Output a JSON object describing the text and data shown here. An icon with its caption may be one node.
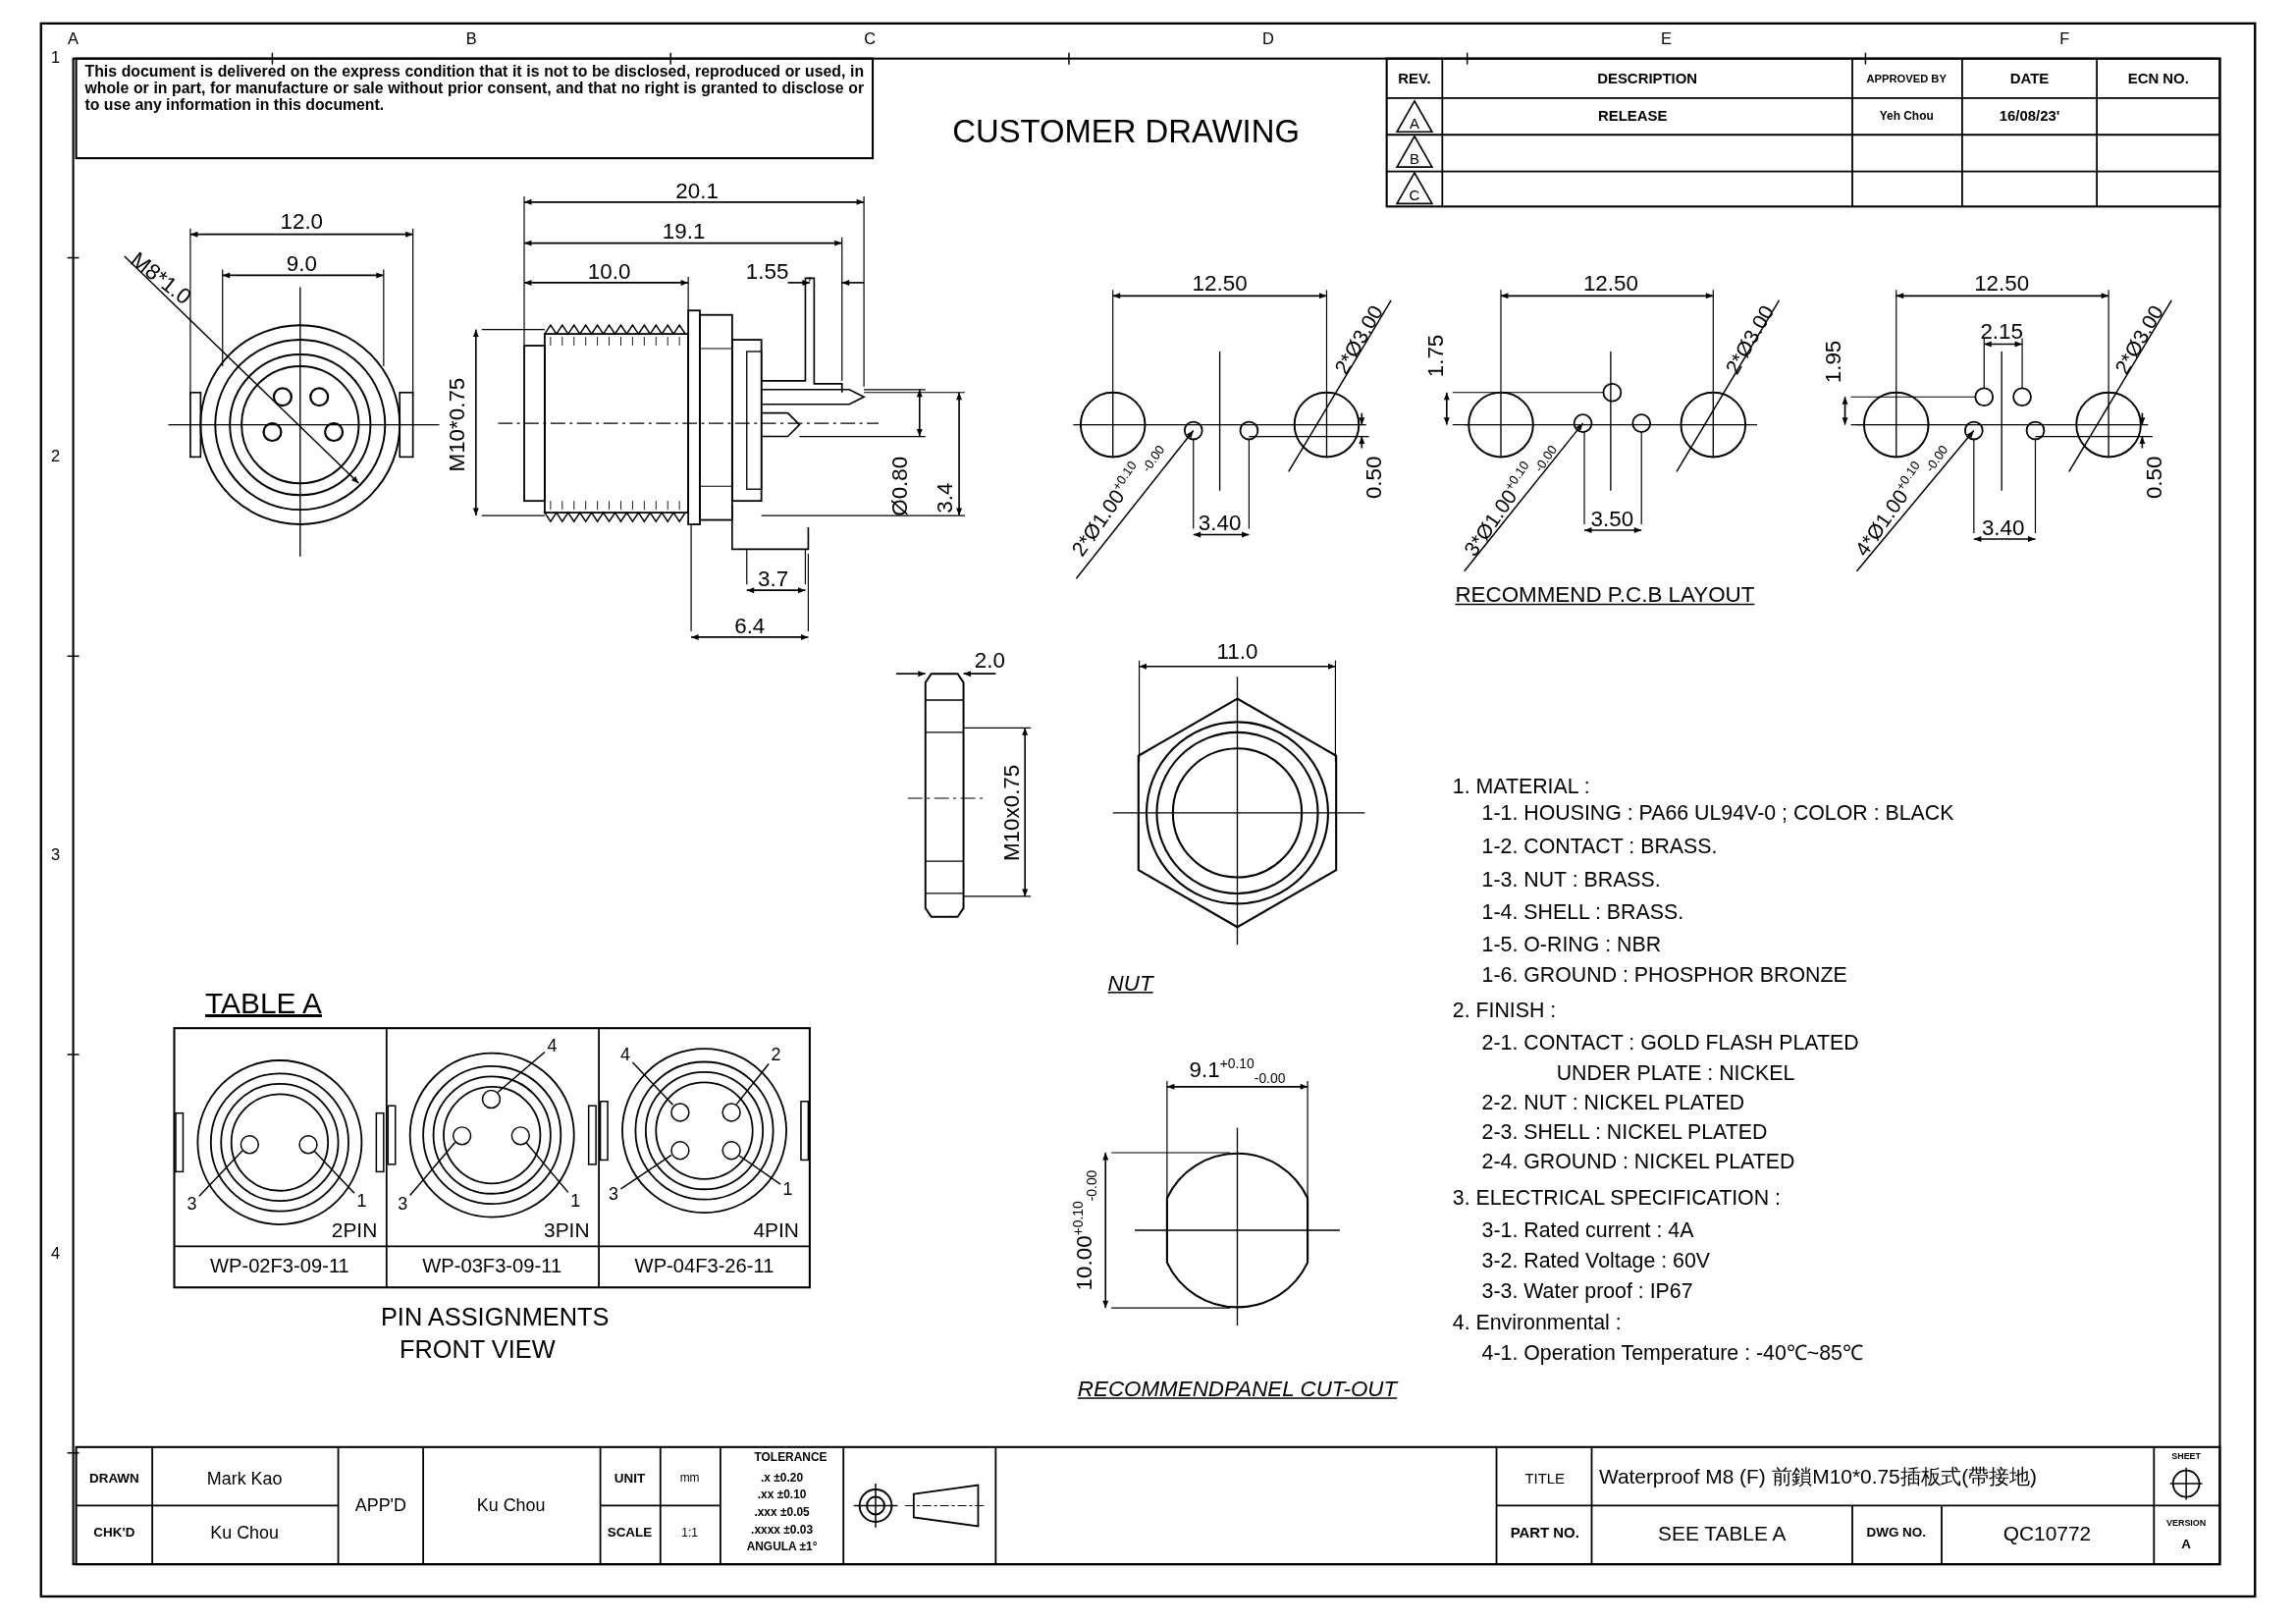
{
  "diagram": {
    "title": "CUSTOMER DRAWING",
    "nodes": [
      {
        "text": [
          "3"
        ]
      },
      {
        "text": [
          "1"
        ]
      },
      {
        "text": [
          "4"
        ]
      },
      {
        "text": [
          "3"
        ]
      },
      {
        "text": [
          "1"
        ]
      },
      {
        "text": [
          "4"
        ]
      },
      {
        "text": [
          "2"
        ]
      },
      {
        "text": [
          "3"
        ]
      },
      {
        "text": [
          "1"
        ]
      },
      {
        "text": [],
        "shape": "circle"
      },
      {
        "text": [],
        "shape": "circle"
      },
      {
        "text": [],
        "shape": "circle"
      },
      {
        "text": [],
        "shape": "circle"
      },
      {
        "text": [],
        "shape": "circle"
      },
      {
        "text": [],
        "shape": "circle"
      },
      {
        "text": [],
        "shape": "circle"
      },
      {
        "text": [],
        "shape": "circle"
      },
      {
        "text": [],
        "shape": "circle"
      }
    ],
    "edges": [
      {
        "from": 0,
        "to": 9,
        "arrow": "none"
      },
      {
        "from": 1,
        "to": 10,
        "arrow": "none"
      },
      {
        "from": 2,
        "to": 13,
        "arrow": "none"
      },
      {
        "from": 3,
        "to": 11,
        "arrow": "none"
      },
      {
        "from": 4,
        "to": 12,
        "arrow": "none"
      },
      {
        "from": 5,
        "to": 14,
        "arrow": "none"
      },
      {
        "from": 6,
        "to": 15,
        "arrow": "none"
      },
      {
        "from": 7,
        "to": 16,
        "arrow": "none"
      },
      {
        "from": 8,
        "to": 17,
        "arrow": "none"
      }
    ],
    "labels": [
      "A",
      "B",
      "C",
      "D",
      "E",
      "F",
      "1",
      "2",
      "3",
      "4",
      "This document is delivered on the express condition that it is not to be disclosed, reproduced or used, in whole or in part, for manufacture or sale without prior consent, and that no right is granted to disclose or to use any information in this document.",
      "REV.",
      "DESCRIPTION",
      "APPROVED BY",
      "DATE",
      "ECN NO.",
      "A",
      "RELEASE",
      "Yeh Chou",
      "16/08/23'",
      "B",
      "C",
      "12.0",
      "9.0",
      "M8*1.0",
      "20.1",
      "19.1",
      "10.0",
      "1.55",
      "M10*0.75",
      "Ø0.80",
      "3.4",
      "3.7",
      "6.4",
      "12.50",
      "2*Ø3.00",
      "2*Ø1.00$^{+0.10}$$_{-0.00}$",
      "3.40",
      "0.50",
      "12.50",
      "1.75",
      "2*Ø3.00",
      "3*Ø1.00$^{+0.10}$$_{-0.00}$",
      "3.50",
      "12.50",
      "2.15",
      "1.95",
      "2*Ø3.00",
      "4*Ø1.00$^{+0.10}$$_{-0.00}$",
      "3.40",
      "0.50",
      "RECOMMEND P.C.B LAYOUT",
      "2.0",
      "M10x0.75",
      "11.0",
      "NUT",
      "9.1$^{+0.10}$$_{-0.00}$",
      "10.00$^{+0.10}$$_{-0.00}$",
      "RECOMMENDPANEL CUT-OUT",
      "1. MATERIAL :",
      "1-1. HOUSING : PA66 UL94V-0 ; COLOR : BLACK",
      "1-2. CONTACT : BRASS.",
      "1-3. NUT : BRASS.",
      "1-4. SHELL : BRASS.",
      "1-5. O-RING : NBR",
      "1-6. GROUND : PHOSPHOR BRONZE",
      "2. FINISH :",
      "2-1. CONTACT : GOLD FLASH PLATED",
      "UNDER PLATE : NICKEL",
      "2-2. NUT : NICKEL PLATED",
      "2-3. SHELL : NICKEL PLATED",
      "2-4. GROUND : NICKEL PLATED",
      "3. ELECTRICAL SPECIFICATION :",
      "3-1. Rated current : 4A",
      "3-2. Rated Voltage : 60V",
      "3-3. Water proof : IP67",
      "4. Environmental :",
      "4-1. Operation Temperature : -40℃~85℃",
      "TABLE A",
      "2PIN",
      "3PIN",
      "4PIN",
      "WP-02F3-09-11",
      "WP-03F3-09-11",
      "WP-04F3-26-11",
      "PIN ASSIGNMENTS",
      "FRONT VIEW",
      "DRAWN",
      "Mark Kao",
      "CHK'D",
      "Ku Chou",
      "APP'D",
      "Ku Chou",
      "UNIT",
      "mm",
      "SCALE",
      "1:1",
      "TOLERANCE",
      ".x ±0.20",
      ".xx ±0.10",
      ".xxx ±0.05",
      ".xxxx ±0.03",
      "ANGULA ±1°",
      "TITLE",
      "Waterproof M8 (F) 前鎖M10*0.75插板式(帶接地)",
      "PART NO.",
      "SEE TABLE A",
      "DWG NO.",
      "QC10772",
      "SHEET",
      "VERSION",
      "A"
    ]
  }
}
